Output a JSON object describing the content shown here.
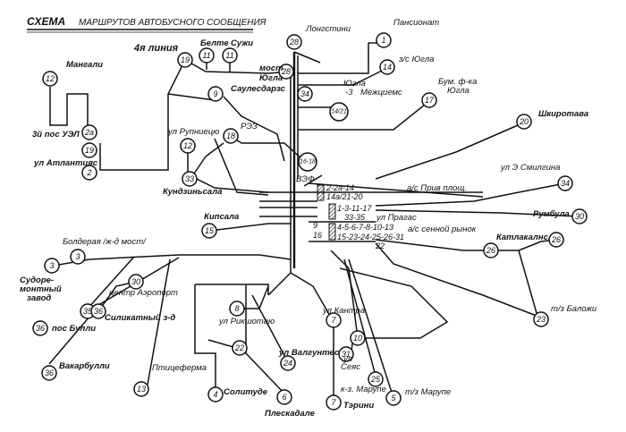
{
  "title": {
    "main": "СХЕМА",
    "sub": "МАРШРУТОВ АВТОБУСНОГО СООБЩЕНИЯ"
  },
  "stops": [
    {
      "id": "bus-stop-marker",
      "label": "1",
      "place": "Пансионат"
    },
    {
      "id": "route-28-top",
      "label": "28",
      "place": "Лонгстини"
    },
    {
      "id": "route-14",
      "label": "14",
      "place": "з/с Югла"
    },
    {
      "id": "route-28-mid",
      "label": "28",
      "place": "мост Югла"
    },
    {
      "id": "route-11a",
      "label": "11",
      "place": "Белте"
    },
    {
      "id": "route-11b",
      "label": "11",
      "place": "Сужи"
    },
    {
      "id": "route-19a",
      "label": "19",
      "place": "4я линия"
    },
    {
      "id": "route-12a",
      "label": "12",
      "place": "Мангали"
    },
    {
      "id": "route-9",
      "label": "9",
      "place": "Саулесдарзс"
    },
    {
      "id": "route-34a",
      "label": "34",
      "place": "Югла-3"
    },
    {
      "id": "route-14-21",
      "label": "14/21",
      "place": "Межциемс"
    },
    {
      "id": "route-17",
      "label": "17",
      "place": "Бум. ф-ка Югла"
    },
    {
      "id": "route-20",
      "label": "20",
      "place": "Шкиротава"
    },
    {
      "id": "route-2a",
      "label": "2a",
      "place": "3й пос УЭЛ"
    },
    {
      "id": "route-19b",
      "label": "19",
      "place": ""
    },
    {
      "id": "route-2",
      "label": "2",
      "place": "ул. Атлантияс"
    },
    {
      "id": "route-12b",
      "label": "12",
      "place": "ул. Рупниецю"
    },
    {
      "id": "route-18a",
      "label": "18",
      "place": "РЭЗ"
    },
    {
      "id": "route-16-18",
      "label": "16-18",
      "place": "ВЭФ"
    },
    {
      "id": "route-33a",
      "label": "33",
      "place": "Кундзиньсала"
    },
    {
      "id": "route-34b",
      "label": "34",
      "place": "ул. Э Смилгина"
    },
    {
      "id": "route-30a",
      "label": "30",
      "place": "Румбула"
    },
    {
      "id": "route-15",
      "label": "15",
      "place": "Кипсала"
    },
    {
      "id": "route-26a",
      "label": "26",
      "place": "Катлакалнс"
    },
    {
      "id": "route-26b",
      "label": "26",
      "place": ""
    },
    {
      "id": "route-3a",
      "label": "3",
      "place": "Болдерая / ж-д мост/"
    },
    {
      "id": "route-3b",
      "label": "3",
      "place": "Судоремонтный завод"
    },
    {
      "id": "route-30b",
      "label": "30",
      "place": "центр Аэропорт"
    },
    {
      "id": "route-35",
      "label": "35",
      "place": ""
    },
    {
      "id": "route-36a",
      "label": "36",
      "place": "Силикатный з-д"
    },
    {
      "id": "route-36b",
      "label": "36",
      "place": "пос Булли"
    },
    {
      "id": "route-36c",
      "label": "36",
      "place": "Вакарбулли"
    },
    {
      "id": "route-13",
      "label": "13",
      "place": "Птицеферма"
    },
    {
      "id": "route-8",
      "label": "8",
      "place": "ул Рикшотаю"
    },
    {
      "id": "route-22",
      "label": "22",
      "place": ""
    },
    {
      "id": "route-24",
      "label": "24",
      "place": "ул Валгунтес"
    },
    {
      "id": "route-4",
      "label": "4",
      "place": "Солитуде"
    },
    {
      "id": "route-6",
      "label": "6",
      "place": "Плескадале"
    },
    {
      "id": "route-7a",
      "label": "7",
      "place": "ул Кантра"
    },
    {
      "id": "route-7b",
      "label": "7",
      "place": "Тэрини"
    },
    {
      "id": "route-10",
      "label": "10",
      "place": ""
    },
    {
      "id": "route-31",
      "label": "31",
      "place": "ул Сеяс"
    },
    {
      "id": "route-25",
      "label": "25",
      "place": "к-з. Марупе"
    },
    {
      "id": "route-5",
      "label": "5",
      "place": "т/з Марупе"
    },
    {
      "id": "route-23",
      "label": "23",
      "place": "т/з Баложи"
    }
  ],
  "hubs": {
    "hub1": "2-2а-14",
    "hub2": "14а/21-20",
    "hub3": "1-3-11-17",
    "hub4": "33-35",
    "hub5": "4-5-6-7-8-10-13",
    "hub6": "15-23-24-25-26-31",
    "hub7": "9",
    "hub8": "16",
    "hub9": "22",
    "hub_station_label": "а/с Прив площ.",
    "hub_pragas": "ул Прагас",
    "hub_market": "а/с сенной рынок"
  },
  "labels": {
    "liniya": "4я линия",
    "mangali": "Мангали",
    "pos_uel": "3й пос УЭЛ",
    "atlantijas": "ул Атлантияс",
    "rupniecibas": "ул Рупниецю",
    "rez": "РЭЗ",
    "kundzinsala": "Кундзиньсала",
    "vef": "ВЭФ",
    "saulesdarzs": "Саулесдарзс",
    "belte": "Белте",
    "suzhi": "Сужи",
    "most": "мост",
    "jugla": "Югла",
    "longstini": "Лонгстини",
    "pansionat": "Пансионат",
    "zs_jugla": "з/с Югла",
    "jugla3a": "Югла",
    "jugla3b": "-3",
    "mezciems": "Межциемс",
    "bum_fka": "Бум. ф-ка",
    "jugla_q": "Югла",
    "shkirotava": "Шкиротава",
    "smilgina": "ул Э Смилгина",
    "rumbula": "Румбула",
    "kipsala": "Кипсала",
    "katlakalns": "Катлакалнс",
    "bolderaja": "Болдерая /ж-д мост/",
    "sudorem1": "Судоре-",
    "sudorem2": "монтный",
    "sudorem3": "завод",
    "aeroport": "центр Аэропорт",
    "silikatnyj": "Силикатный з-д",
    "bulli": "пос Булли",
    "vakarbulli": "Вакарбулли",
    "pticeferma": "Птицеферма",
    "rikshotaju": "ул Рикшотаю",
    "solitude": "Солитуде",
    "valguntes": "ул Валгунтес",
    "pleskadale": "Плескадале",
    "kantra": "ул Кантра",
    "terini": "Тэрини",
    "seyas1": "ул",
    "seyas2": "Сеяс",
    "kz_marupe": "к-з. Марупе",
    "tz_marupe": "т/з Марупе",
    "tz_balozhi": "т/з Баложи"
  }
}
